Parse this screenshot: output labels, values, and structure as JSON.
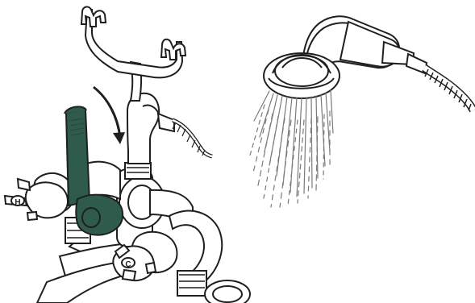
{
  "colors": {
    "background": "#ffffff",
    "line": "#1f1f1f",
    "accent": "#2f5b4d",
    "shade": "#e8e8e8",
    "spray": "#7a7a7a"
  },
  "labels": {
    "valve_label_left": "H",
    "valve_label_right": "C"
  },
  "icons": {
    "direction_arrow": "curved-arrow-down",
    "water_spray": "spray-lines"
  }
}
